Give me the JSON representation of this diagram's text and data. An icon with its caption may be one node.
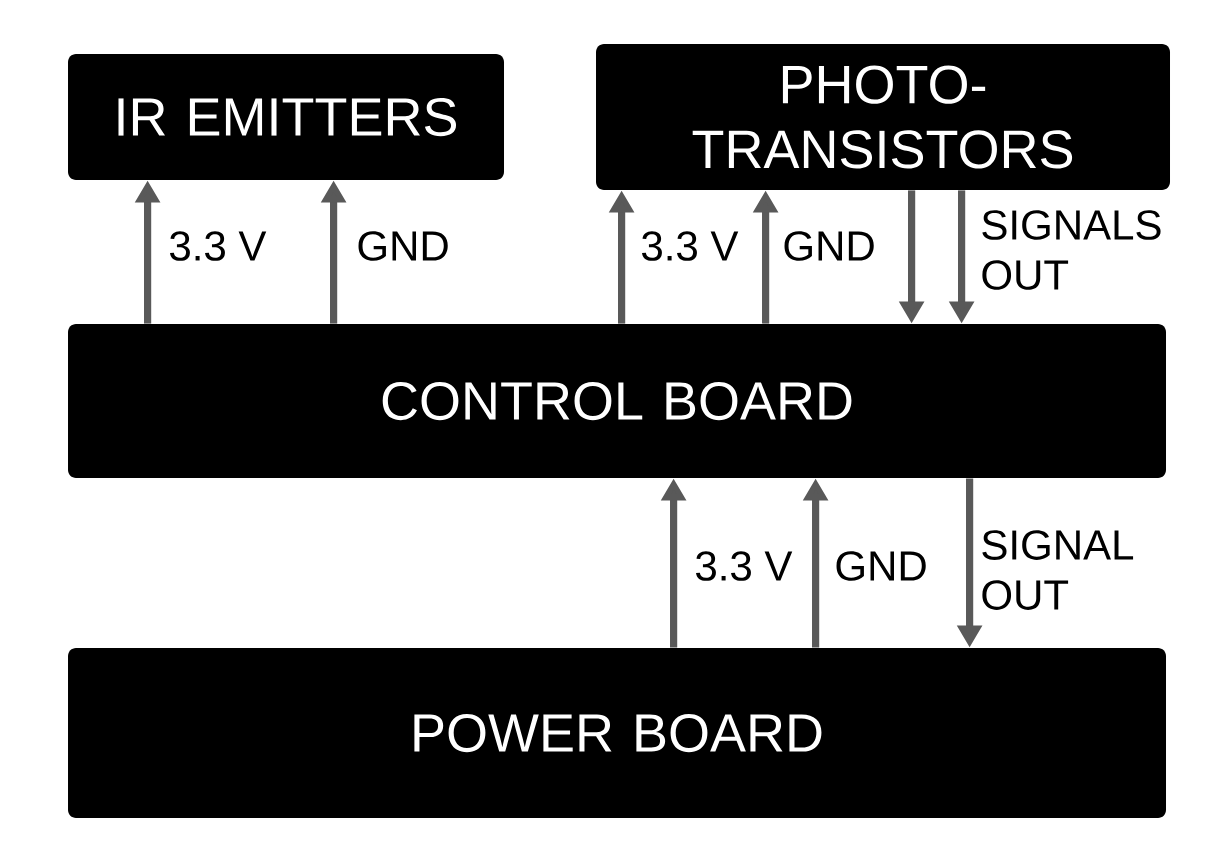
{
  "diagram": {
    "nodes": [
      {
        "text": [
          "IR EMITTERS"
        ]
      },
      {
        "text": [
          "PHOTO- TRANSISTORS"
        ]
      },
      {
        "text": [
          "CONTROL BOARD"
        ]
      },
      {
        "text": [
          "POWER BOARD"
        ]
      }
    ],
    "edges": [
      {
        "from": 2,
        "to": 0,
        "arrow": "to",
        "label": "3.3 V"
      },
      {
        "from": 2,
        "to": 0,
        "arrow": "to",
        "label": "GND"
      },
      {
        "from": 2,
        "to": 1,
        "arrow": "to",
        "label": "3.3 V"
      },
      {
        "from": 2,
        "to": 1,
        "arrow": "to",
        "label": "GND"
      },
      {
        "from": 1,
        "to": 2,
        "arrow": "to"
      },
      {
        "from": 1,
        "to": 2,
        "arrow": "to",
        "label": "SIGNALS OUT"
      },
      {
        "from": 3,
        "to": 2,
        "arrow": "to",
        "label": "3.3 V"
      },
      {
        "from": 3,
        "to": 2,
        "arrow": "to",
        "label": "GND"
      },
      {
        "from": 2,
        "to": 3,
        "arrow": "to",
        "label": "SIGNAL OUT"
      }
    ]
  }
}
